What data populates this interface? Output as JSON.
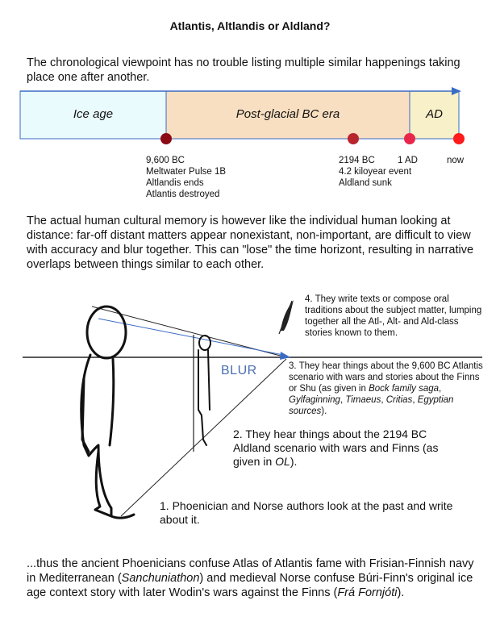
{
  "title": "Atlantis, Altlandis or Aldland?",
  "intro": "The chronological viewpoint has no trouble listing multiple similar happenings taking place one after another.",
  "timeline": {
    "eras": [
      {
        "label": "Ice age",
        "color": "#eafbfd"
      },
      {
        "label": "Post-glacial BC era",
        "color": "#f9dfc1"
      },
      {
        "label": "AD",
        "color": "#f7f0c8"
      }
    ],
    "events": [
      {
        "date": "9,600 BC",
        "lines": [
          "Meltwater Pulse 1B",
          "Altlandis ends",
          "Atlantis destroyed"
        ],
        "color": "#8b0a14"
      },
      {
        "date": "2194 BC",
        "lines": [
          "4.2 kiloyear event",
          "Aldland sunk"
        ],
        "color": "#b8252c"
      },
      {
        "date": "1 AD",
        "lines": [],
        "color": "#e8264a"
      },
      {
        "date": "now",
        "lines": [],
        "color": "#ff1b1b"
      }
    ],
    "line_color": "#3a6bc4"
  },
  "memory": "The actual human cultural memory is however like the individual human looking at distance: far-off distant matters appear nonexistant, non-important, are difficult to view with accuracy and blur together. This can \"lose\" the time horizont, resulting in narrative overlaps between things similar to each other.",
  "diagram": {
    "blur_label": "BLUR",
    "note4": "4. They write texts or compose oral traditions about the subject matter, lumping together all the Atl-, Alt- and Ald-class stories known to them.",
    "note3": {
      "text_a": "3. They hear things about the 9,600 BC Atlantis scenario with wars and stories about the Finns or Shu (as given in ",
      "italic_b": "Bock family saga",
      "sep_1": ", ",
      "italic_c": "Gylfaginning",
      "sep_2": ", ",
      "italic_d": "Timaeus",
      "sep_3": ", ",
      "italic_e": "Critias",
      "sep_4": ", ",
      "italic_f": "Egyptian sources",
      "text_g": ")."
    },
    "note2": {
      "text_a": "2. They hear things about the 2194 BC Aldland scenario with wars and Finns (as given in ",
      "italic_b": "OL",
      "text_c": ")."
    },
    "note1": "1. Phoenician and Norse authors look at the past and write about it."
  },
  "closing": {
    "text_a": "...thus the ancient Phoenicians confuse Atlas of Atlantis fame with Frisian-Finnish navy in Mediterranean (",
    "italic_b": "Sanchuniathon",
    "text_c": ") and medieval Norse confuse Búri-Finn's original ice age context story with later Wodin's wars against the Finns (",
    "italic_d": "Frá Fornjóti",
    "text_e": ")."
  }
}
